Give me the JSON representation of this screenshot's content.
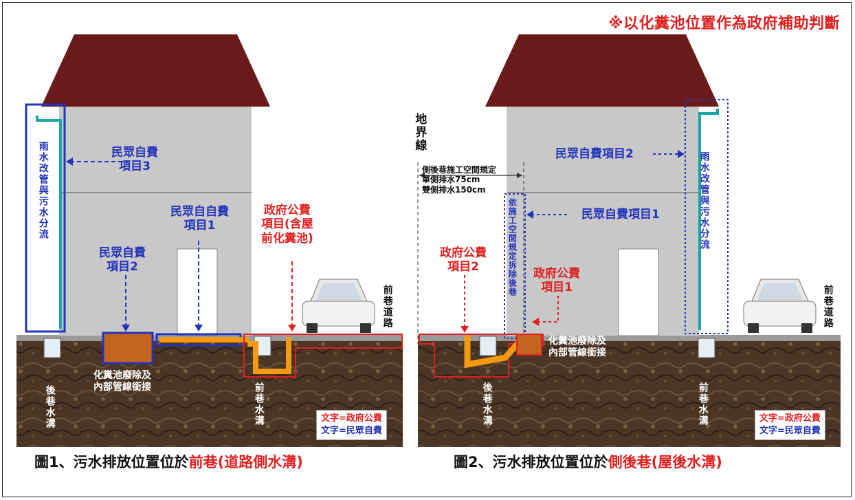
{
  "note": "※以化糞池位置作為政府補助判斷",
  "fig1": {
    "caption_prefix": "圖1、污水排放位置位於",
    "caption_highlight": "前巷(道路側水溝)",
    "rain_pipe": "雨水改管與污水分流",
    "self_item3_l1": "民眾自費",
    "self_item3_l2": "項目3",
    "self_item1_l1": "民眾自自費",
    "self_item1_l2": "項目1",
    "self_item2_l1": "民眾自費",
    "self_item2_l2": "項目2",
    "gov_l1": "政府公費",
    "gov_l2": "項目(含屋",
    "gov_l3": "前化糞池)",
    "septic_l1": "化糞池廢除及",
    "septic_l2": "內部管線銜接",
    "back_ditch": "後巷水溝",
    "front_ditch": "前巷水溝",
    "front_road": "前巷道路",
    "legend_red": "文字=政府公費",
    "legend_blue": "文字=民眾自費"
  },
  "fig2": {
    "caption_prefix": "圖2、污水排放位置位於",
    "caption_highlight": "側後巷(屋後水溝)",
    "boundary": "地界線",
    "rule_l1": "側後巷施工空間規定",
    "rule_l2": "單側排水75cm",
    "rule_l3": "雙側排水150cm",
    "demolish": "依施工空間規定拆除後巷",
    "self_item2": "民眾自費項目2",
    "self_item1": "民眾自費項目1",
    "rain_pipe": "雨水改管與污水分流",
    "gov_item2_l1": "政府公費",
    "gov_item2_l2": "項目2",
    "gov_item1_l1": "政府公費",
    "gov_item1_l2": "項目1",
    "septic_l1": "化糞池廢除及",
    "septic_l2": "內部管線銜接",
    "back_ditch": "後巷水溝",
    "front_ditch": "前巷水溝",
    "front_road": "前巷道路",
    "legend_red": "文字=政府公費",
    "legend_blue": "文字=民眾自費"
  },
  "colors": {
    "red": "#e02020",
    "blue": "#2233bb",
    "roof": "#6b1a1a",
    "wall": "#c8c8c8",
    "soil": "#4a3524",
    "pipe": "#f39a12"
  }
}
